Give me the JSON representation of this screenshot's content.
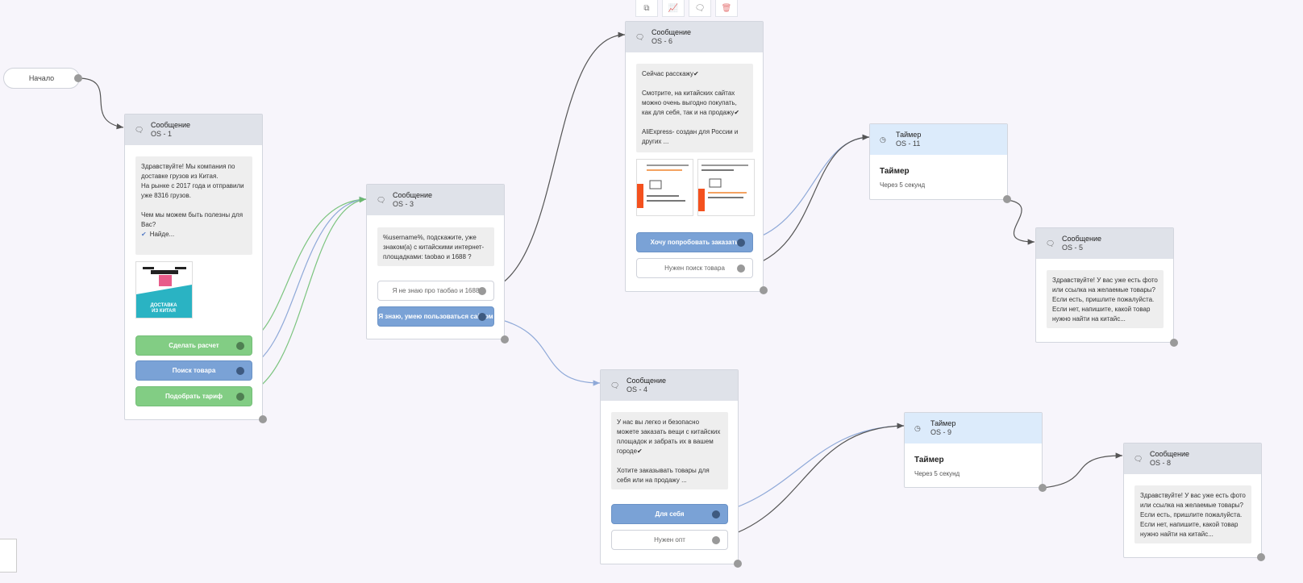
{
  "start": {
    "label": "Начало"
  },
  "toolbar": {
    "icons": [
      "copy-icon",
      "chart-icon",
      "comment-icon",
      "trash-icon"
    ]
  },
  "nodes": {
    "os1": {
      "type": "Сообщение",
      "id": "OS - 1",
      "text": "Здравствуйте! Мы компания по доставке грузов из Китая.\nНа рынке с 2017 года и отправили уже 8316 грузов.\n\nЧем мы можем быть полезны для Вас?",
      "extra": "Найде...",
      "image_text": "ДОСТАВКА ИЗ КИТАЯ",
      "buttons": [
        "Сделать расчет",
        "Поиск товара",
        "Подобрать тариф"
      ]
    },
    "os3": {
      "type": "Сообщение",
      "id": "OS - 3",
      "text": "%username%, подскажите, уже знаком(а) с китайскими интернет-площадками: taobao и 1688 ?",
      "buttons": [
        "Я не знаю про таобао и 1688",
        "Я знаю, умею пользоваться сайтом"
      ]
    },
    "os6": {
      "type": "Сообщение",
      "id": "OS - 6",
      "text": "Сейчас расскажу✔\n\nСмотрите, на китайских сайтах можно очень выгодно покупать, как для себя, так и на продажу✔\n\nAliExpress- создан для России и других ...",
      "buttons": [
        "Хочу попробовать заказать",
        "Нужен поиск товара"
      ]
    },
    "os11": {
      "type": "Таймер",
      "id": "OS - 11",
      "title": "Таймер",
      "desc": "Через 5 секунд"
    },
    "os5": {
      "type": "Сообщение",
      "id": "OS - 5",
      "text": "Здравствуйте! У вас уже есть фото или ссылка на желаемые товары?\nЕсли есть, пришлите пожалуйста.\nЕсли нет, напишите, какой товар нужно найти на китайс..."
    },
    "os4": {
      "type": "Сообщение",
      "id": "OS - 4",
      "text": "У нас вы легко и безопасно можете заказать вещи с китайских площадок и забрать их в вашем городе✔\n\nХотите заказывать товары для себя или на продажу ...",
      "buttons": [
        "Для себя",
        "Нужен опт"
      ]
    },
    "os9": {
      "type": "Таймер",
      "id": "OS - 9",
      "title": "Таймер",
      "desc": "Через 5 секунд"
    },
    "os8": {
      "type": "Сообщение",
      "id": "OS - 8",
      "text": "Здравствуйте! У вас уже есть фото или ссылка на желаемые товары?\nЕсли есть, пришлите пожалуйста.\nЕсли нет, напишите, какой товар нужно найти на китайс..."
    }
  },
  "colors": {
    "green": "#82cd84",
    "blue": "#7aa2d6",
    "edge_green": "#7cc47f",
    "edge_blue": "#8fa9d8",
    "edge_dark": "#555555"
  }
}
